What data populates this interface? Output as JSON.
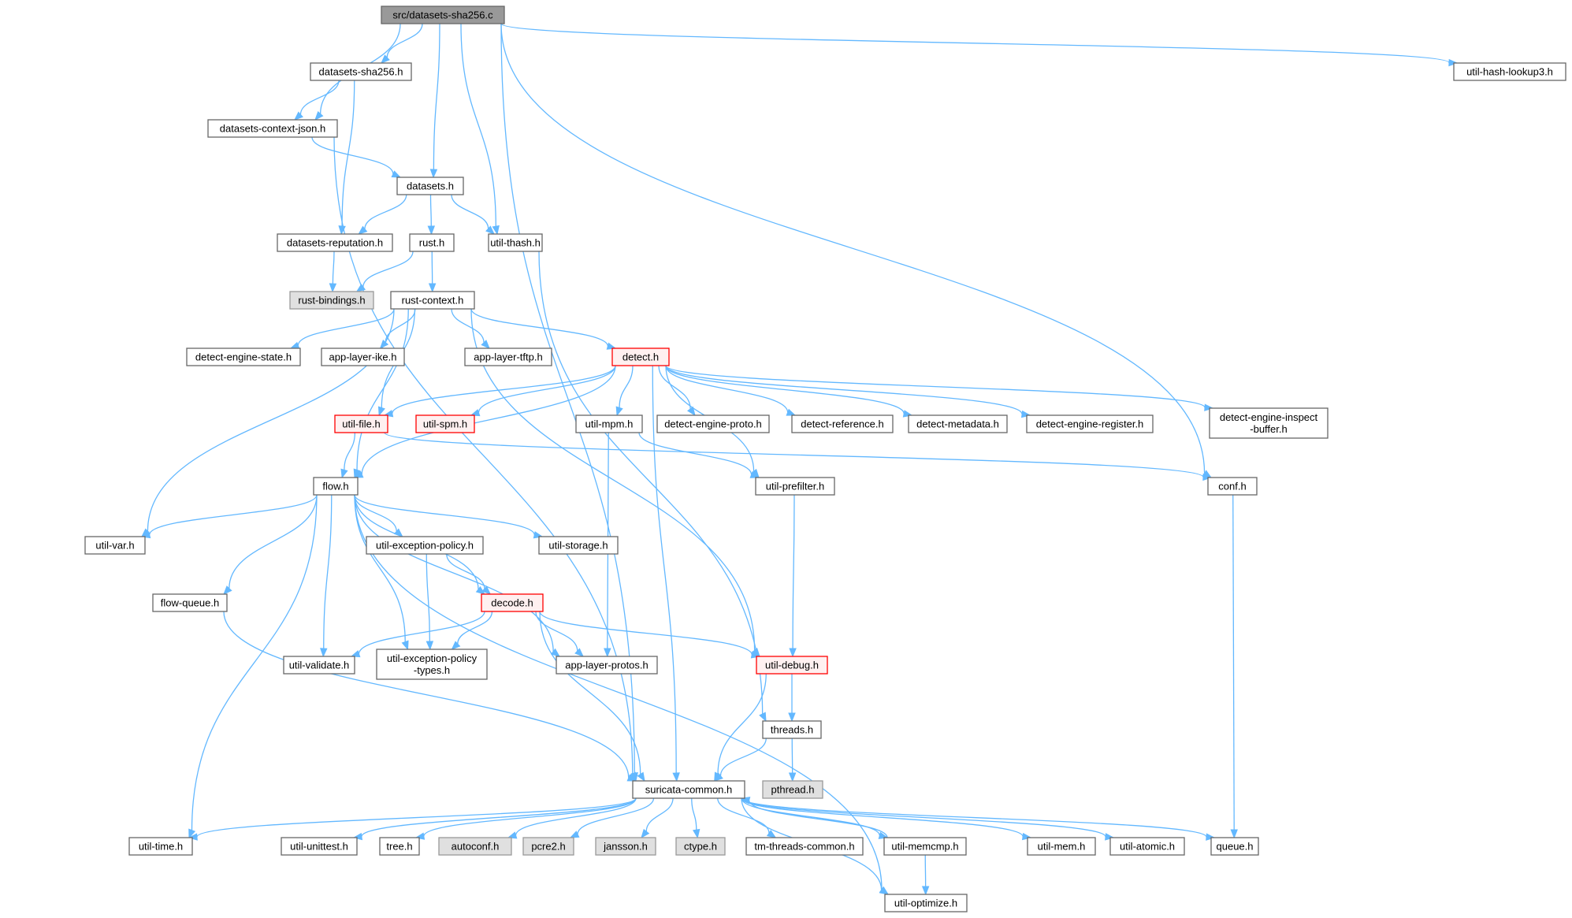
{
  "colors": {
    "edge": "#63b8ff",
    "root_fill": "#999999",
    "node_fill": "#ffffff",
    "node_stroke": "#666666",
    "external_fill": "#e0e0e0",
    "external_stroke": "#999999",
    "truncated_fill": "#fff0f0",
    "truncated_stroke": "#ff0000"
  },
  "nodes": [
    {
      "id": "root",
      "lines": [
        "src/datasets-sha256.c"
      ],
      "style": "root"
    },
    {
      "id": "dsha",
      "lines": [
        "datasets-sha256.h"
      ],
      "style": "normal"
    },
    {
      "id": "hashl",
      "lines": [
        "util-hash-lookup3.h"
      ],
      "style": "normal"
    },
    {
      "id": "dcj",
      "lines": [
        "datasets-context-json.h"
      ],
      "style": "normal"
    },
    {
      "id": "ds",
      "lines": [
        "datasets.h"
      ],
      "style": "normal"
    },
    {
      "id": "drep",
      "lines": [
        "datasets-reputation.h"
      ],
      "style": "normal"
    },
    {
      "id": "rust",
      "lines": [
        "rust.h"
      ],
      "style": "normal"
    },
    {
      "id": "thash",
      "lines": [
        "util-thash.h"
      ],
      "style": "normal"
    },
    {
      "id": "rbind",
      "lines": [
        "rust-bindings.h"
      ],
      "style": "external"
    },
    {
      "id": "rctx",
      "lines": [
        "rust-context.h"
      ],
      "style": "normal"
    },
    {
      "id": "des",
      "lines": [
        "detect-engine-state.h"
      ],
      "style": "normal"
    },
    {
      "id": "ike",
      "lines": [
        "app-layer-ike.h"
      ],
      "style": "normal"
    },
    {
      "id": "tftp",
      "lines": [
        "app-layer-tftp.h"
      ],
      "style": "normal"
    },
    {
      "id": "detect",
      "lines": [
        "detect.h"
      ],
      "style": "truncated"
    },
    {
      "id": "ufile",
      "lines": [
        "util-file.h"
      ],
      "style": "truncated"
    },
    {
      "id": "uspm",
      "lines": [
        "util-spm.h"
      ],
      "style": "truncated"
    },
    {
      "id": "umpm",
      "lines": [
        "util-mpm.h"
      ],
      "style": "normal"
    },
    {
      "id": "dep",
      "lines": [
        "detect-engine-proto.h"
      ],
      "style": "normal"
    },
    {
      "id": "dref",
      "lines": [
        "detect-reference.h"
      ],
      "style": "normal"
    },
    {
      "id": "dmeta",
      "lines": [
        "detect-metadata.h"
      ],
      "style": "normal"
    },
    {
      "id": "der",
      "lines": [
        "detect-engine-register.h"
      ],
      "style": "normal"
    },
    {
      "id": "deib",
      "lines": [
        "detect-engine-inspect",
        "-buffer.h"
      ],
      "style": "normal"
    },
    {
      "id": "flow",
      "lines": [
        "flow.h"
      ],
      "style": "normal"
    },
    {
      "id": "upref",
      "lines": [
        "util-prefilter.h"
      ],
      "style": "normal"
    },
    {
      "id": "conf",
      "lines": [
        "conf.h"
      ],
      "style": "normal"
    },
    {
      "id": "uvar",
      "lines": [
        "util-var.h"
      ],
      "style": "normal"
    },
    {
      "id": "uexc",
      "lines": [
        "util-exception-policy.h"
      ],
      "style": "normal"
    },
    {
      "id": "ustor",
      "lines": [
        "util-storage.h"
      ],
      "style": "normal"
    },
    {
      "id": "fq",
      "lines": [
        "flow-queue.h"
      ],
      "style": "normal"
    },
    {
      "id": "decode",
      "lines": [
        "decode.h"
      ],
      "style": "truncated"
    },
    {
      "id": "uval",
      "lines": [
        "util-validate.h"
      ],
      "style": "normal"
    },
    {
      "id": "uexct",
      "lines": [
        "util-exception-policy",
        "-types.h"
      ],
      "style": "normal"
    },
    {
      "id": "alp",
      "lines": [
        "app-layer-protos.h"
      ],
      "style": "normal"
    },
    {
      "id": "udbg",
      "lines": [
        "util-debug.h"
      ],
      "style": "truncated"
    },
    {
      "id": "thr",
      "lines": [
        "threads.h"
      ],
      "style": "normal"
    },
    {
      "id": "sc",
      "lines": [
        "suricata-common.h"
      ],
      "style": "normal"
    },
    {
      "id": "pth",
      "lines": [
        "pthread.h"
      ],
      "style": "external"
    },
    {
      "id": "utime",
      "lines": [
        "util-time.h"
      ],
      "style": "normal"
    },
    {
      "id": "uunit",
      "lines": [
        "util-unittest.h"
      ],
      "style": "normal"
    },
    {
      "id": "tree",
      "lines": [
        "tree.h"
      ],
      "style": "normal"
    },
    {
      "id": "autoconf",
      "lines": [
        "autoconf.h"
      ],
      "style": "external"
    },
    {
      "id": "pcre2",
      "lines": [
        "pcre2.h"
      ],
      "style": "external"
    },
    {
      "id": "jansson",
      "lines": [
        "jansson.h"
      ],
      "style": "external"
    },
    {
      "id": "ctype",
      "lines": [
        "ctype.h"
      ],
      "style": "external"
    },
    {
      "id": "tmthr",
      "lines": [
        "tm-threads-common.h"
      ],
      "style": "normal"
    },
    {
      "id": "umemcmp",
      "lines": [
        "util-memcmp.h"
      ],
      "style": "normal"
    },
    {
      "id": "umem",
      "lines": [
        "util-mem.h"
      ],
      "style": "normal"
    },
    {
      "id": "uatom",
      "lines": [
        "util-atomic.h"
      ],
      "style": "normal"
    },
    {
      "id": "queue",
      "lines": [
        "queue.h"
      ],
      "style": "normal"
    },
    {
      "id": "uopt",
      "lines": [
        "util-optimize.h"
      ],
      "style": "normal"
    }
  ],
  "edges": [
    [
      "root",
      "dsha"
    ],
    [
      "root",
      "hashl"
    ],
    [
      "root",
      "dcj"
    ],
    [
      "root",
      "ds"
    ],
    [
      "root",
      "thash"
    ],
    [
      "root",
      "conf"
    ],
    [
      "root",
      "sc"
    ],
    [
      "dsha",
      "dcj"
    ],
    [
      "dsha",
      "drep"
    ],
    [
      "dcj",
      "ds"
    ],
    [
      "dcj",
      "sc"
    ],
    [
      "ds",
      "drep"
    ],
    [
      "ds",
      "rust"
    ],
    [
      "ds",
      "thash"
    ],
    [
      "drep",
      "rbind"
    ],
    [
      "rust",
      "rbind"
    ],
    [
      "rust",
      "rctx"
    ],
    [
      "thash",
      "thr"
    ],
    [
      "rctx",
      "uvar"
    ],
    [
      "rctx",
      "ufile"
    ],
    [
      "rctx",
      "des"
    ],
    [
      "rctx",
      "ike"
    ],
    [
      "rctx",
      "tftp"
    ],
    [
      "rctx",
      "detect"
    ],
    [
      "rctx",
      "flow"
    ],
    [
      "rctx",
      "udbg"
    ],
    [
      "detect",
      "ufile"
    ],
    [
      "detect",
      "uspm"
    ],
    [
      "detect",
      "umpm"
    ],
    [
      "detect",
      "dep"
    ],
    [
      "detect",
      "dref"
    ],
    [
      "detect",
      "dmeta"
    ],
    [
      "detect",
      "der"
    ],
    [
      "detect",
      "deib"
    ],
    [
      "detect",
      "flow"
    ],
    [
      "detect",
      "upref"
    ],
    [
      "detect",
      "sc"
    ],
    [
      "ufile",
      "flow"
    ],
    [
      "ufile",
      "conf"
    ],
    [
      "umpm",
      "upref"
    ],
    [
      "umpm",
      "alp"
    ],
    [
      "upref",
      "udbg"
    ],
    [
      "conf",
      "queue"
    ],
    [
      "flow",
      "uvar"
    ],
    [
      "flow",
      "uexc"
    ],
    [
      "flow",
      "ustor"
    ],
    [
      "flow",
      "fq"
    ],
    [
      "flow",
      "decode"
    ],
    [
      "flow",
      "uval"
    ],
    [
      "flow",
      "uexct"
    ],
    [
      "flow",
      "alp"
    ],
    [
      "flow",
      "utime"
    ],
    [
      "flow",
      "uopt"
    ],
    [
      "uexc",
      "decode"
    ],
    [
      "uexc",
      "uexct"
    ],
    [
      "fq",
      "sc"
    ],
    [
      "decode",
      "uval"
    ],
    [
      "decode",
      "uexct"
    ],
    [
      "decode",
      "alp"
    ],
    [
      "decode",
      "udbg"
    ],
    [
      "decode",
      "sc"
    ],
    [
      "udbg",
      "thr"
    ],
    [
      "udbg",
      "sc"
    ],
    [
      "thr",
      "sc"
    ],
    [
      "thr",
      "pth"
    ],
    [
      "sc",
      "utime"
    ],
    [
      "sc",
      "uunit"
    ],
    [
      "sc",
      "tree"
    ],
    [
      "sc",
      "autoconf"
    ],
    [
      "sc",
      "pcre2"
    ],
    [
      "sc",
      "jansson"
    ],
    [
      "sc",
      "ctype"
    ],
    [
      "sc",
      "tmthr"
    ],
    [
      "sc",
      "umemcmp"
    ],
    [
      "sc",
      "umem"
    ],
    [
      "sc",
      "uatom"
    ],
    [
      "sc",
      "queue"
    ],
    [
      "sc",
      "uopt"
    ],
    [
      "umemcmp",
      "sc"
    ],
    [
      "umemcmp",
      "uopt"
    ]
  ]
}
